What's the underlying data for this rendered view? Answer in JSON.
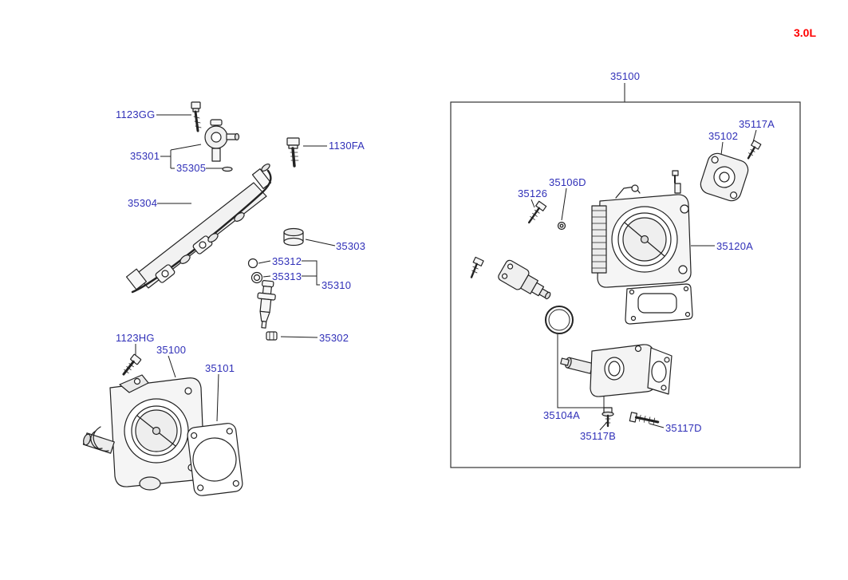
{
  "variant_badge": "3.0L",
  "colors": {
    "label": "#3030b8",
    "variant": "#ff0000",
    "line": "#1c1c1c"
  },
  "left_assembly": {
    "labels": [
      {
        "code": "1123GG"
      },
      {
        "code": "35301"
      },
      {
        "code": "35305"
      },
      {
        "code": "35304"
      },
      {
        "code": "1130FA"
      },
      {
        "code": "35303"
      },
      {
        "code": "35312"
      },
      {
        "code": "35313"
      },
      {
        "code": "35310"
      },
      {
        "code": "35302"
      },
      {
        "code": "1123HG"
      },
      {
        "code": "35100"
      },
      {
        "code": "35101"
      }
    ]
  },
  "right_assembly": {
    "group_code": "35100",
    "labels": [
      {
        "code": "35117A"
      },
      {
        "code": "35102"
      },
      {
        "code": "35106D"
      },
      {
        "code": "35126"
      },
      {
        "code": "35120A"
      },
      {
        "code": "35104A"
      },
      {
        "code": "35117B"
      },
      {
        "code": "35117D"
      }
    ]
  }
}
